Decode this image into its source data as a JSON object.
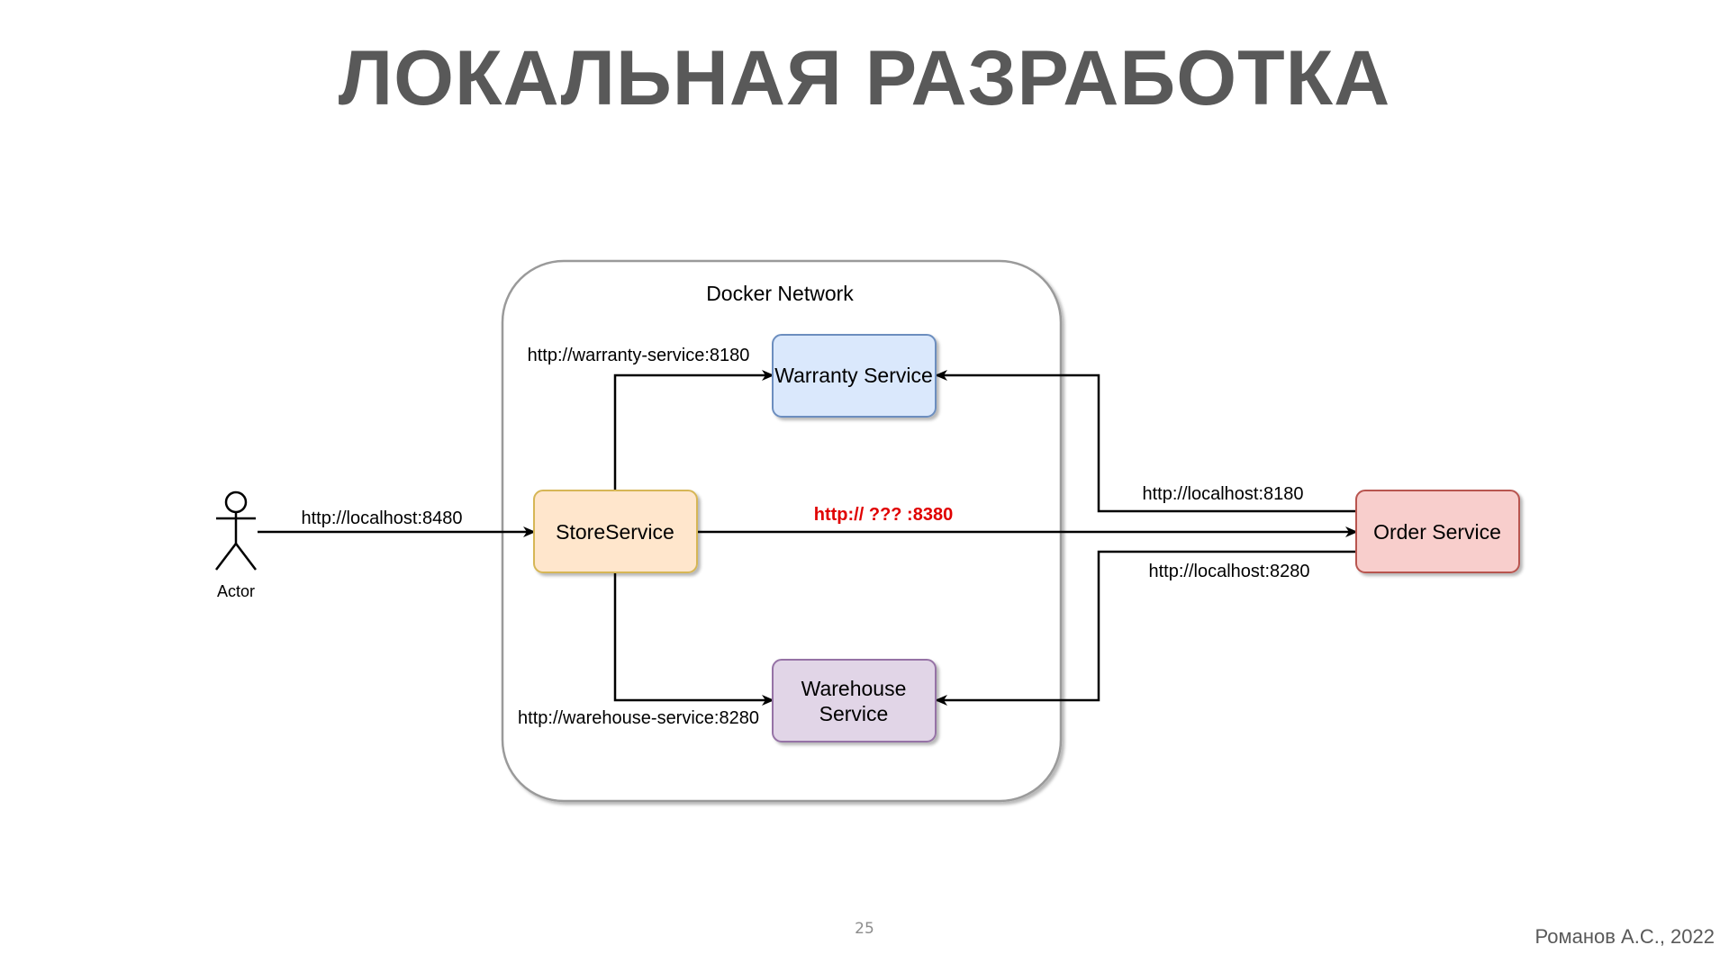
{
  "slide": {
    "title": "ЛОКАЛЬНАЯ РАЗРАБОТКА",
    "page_number": "25",
    "author": "Романов А.С., 2022"
  },
  "diagram": {
    "container_label": "Docker Network",
    "actor_label": "Actor",
    "nodes": {
      "store": {
        "label": "StoreService",
        "fill": "#ffe6cc",
        "stroke": "#d6b656"
      },
      "warranty": {
        "label": "Warranty Service",
        "fill": "#dae8fc",
        "stroke": "#6c8ebf"
      },
      "warehouse": {
        "line1": "Warehouse",
        "line2": "Service",
        "fill": "#e1d5e7",
        "stroke": "#9673a6"
      },
      "order": {
        "label": "Order Service",
        "fill": "#f8cecc",
        "stroke": "#b85450"
      }
    },
    "edge_labels": {
      "actor_to_store": "http://localhost:8480",
      "store_to_warranty": "http://warranty-service:8180",
      "store_to_warehouse": "http://warehouse-service:8280",
      "store_to_order": "http:// ??? :8380",
      "order_to_warranty": "http://localhost:8180",
      "order_to_warehouse": "http://localhost:8280"
    },
    "highlight_color": "#e00000"
  }
}
